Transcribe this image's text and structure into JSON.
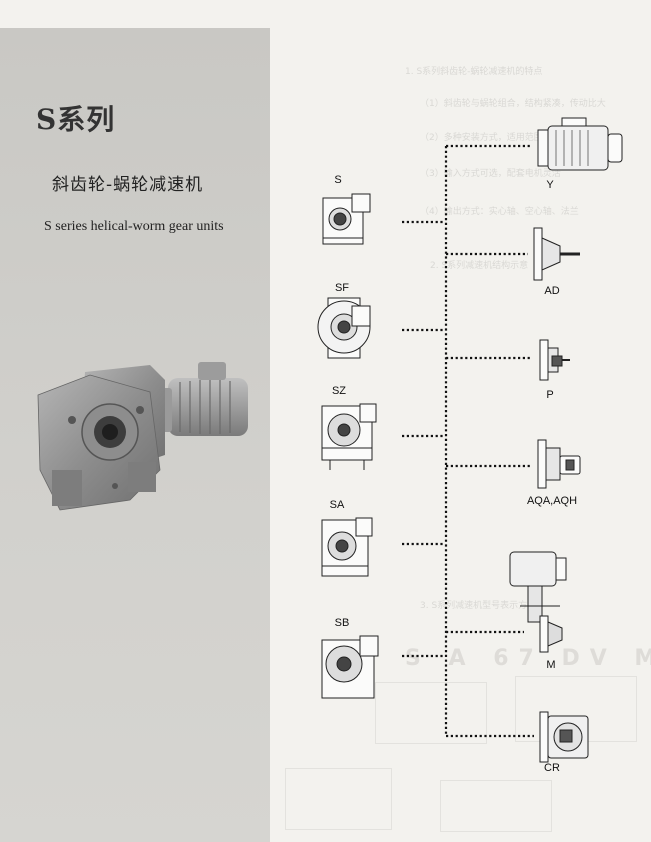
{
  "header": {
    "title": "S系列",
    "subtitle_cn": "斜齿轮-蜗轮减速机",
    "subtitle_en": "S series helical-worm gear units"
  },
  "mounting_variants": [
    {
      "label": "S"
    },
    {
      "label": "SF"
    },
    {
      "label": "SZ"
    },
    {
      "label": "SA"
    },
    {
      "label": "SB"
    }
  ],
  "input_options": [
    {
      "label": "Y"
    },
    {
      "label": "AD"
    },
    {
      "label": "P"
    },
    {
      "label": "AQA,AQH"
    },
    {
      "label": "M"
    },
    {
      "label": "CR"
    }
  ],
  "colors": {
    "panel": "#cbcac6",
    "page": "#f3f2ee",
    "connector": "#111111",
    "gearbox": "#9a9a9a"
  }
}
